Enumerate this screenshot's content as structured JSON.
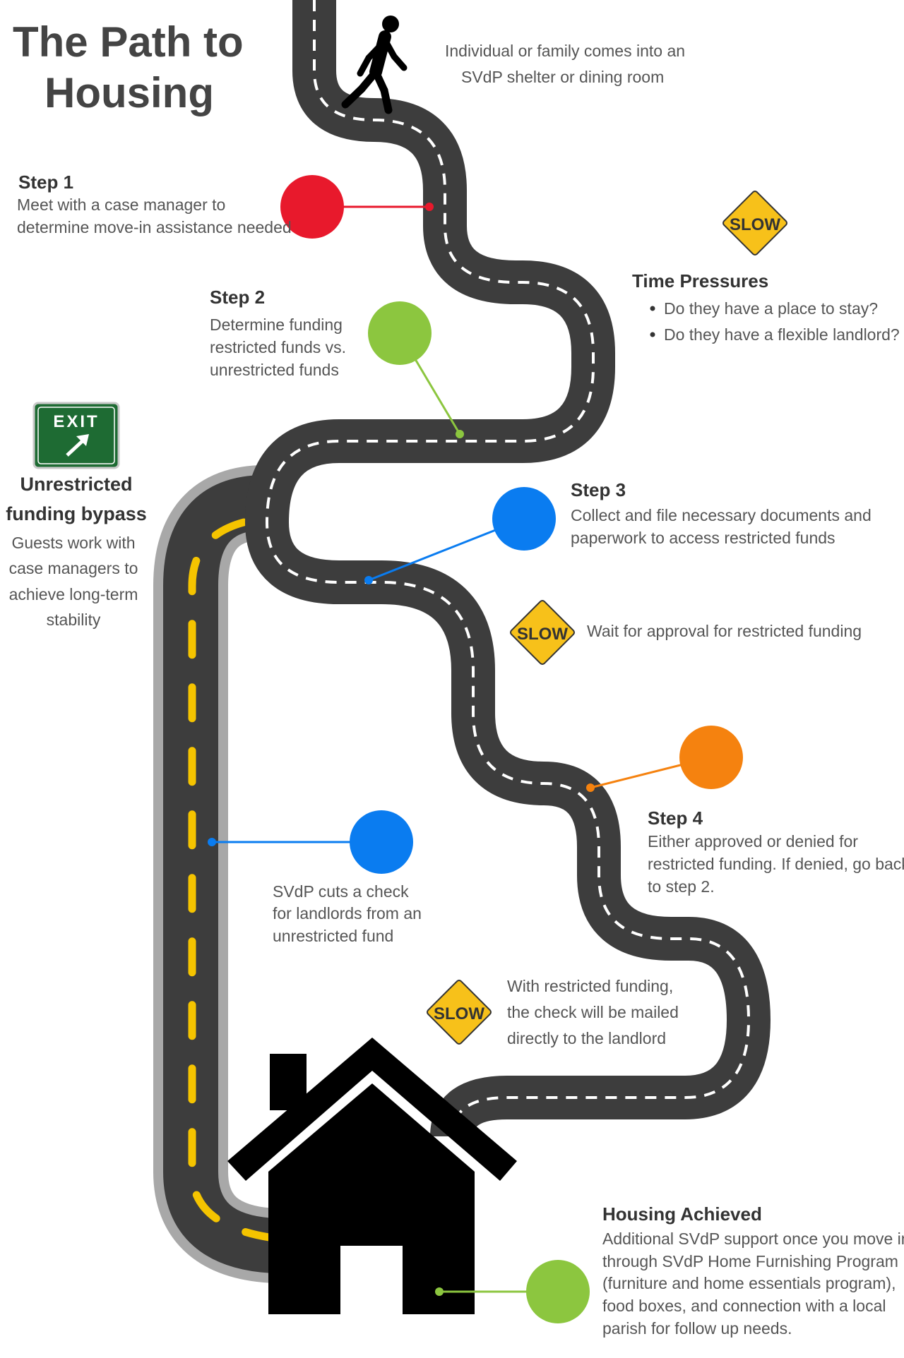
{
  "title": {
    "line1": "The Path to",
    "line2": "Housing"
  },
  "intro": {
    "line1": "Individual or family comes into an",
    "line2": "SVdP shelter or dining room"
  },
  "step1": {
    "heading": "Step 1",
    "line1": "Meet with a case manager to",
    "line2": "determine move-in assistance needed",
    "color": "#e8192c"
  },
  "time_pressures": {
    "heading": "Time Pressures",
    "bullets": [
      "Do they have a place to stay?",
      "Do they have a flexible landlord?"
    ]
  },
  "step2": {
    "heading": "Step 2",
    "line1": "Determine funding",
    "line2": "restricted funds vs.",
    "line3": "unrestricted funds",
    "color": "#8cc63f"
  },
  "exit": {
    "sign_label": "EXIT",
    "heading1": "Unrestricted",
    "heading2": "funding bypass",
    "line1": "Guests work with",
    "line2": "case managers to",
    "line3": "achieve long-term",
    "line4": "stability",
    "color": "#1e6b33"
  },
  "step3": {
    "heading": "Step 3",
    "line1": "Collect and file necessary documents and",
    "line2": "paperwork to access restricted funds",
    "color": "#0a7cf0"
  },
  "slow_signs": {
    "label": "SLOW",
    "color": "#f7c11a"
  },
  "wait_note": "Wait for approval for restricted funding",
  "step4": {
    "heading": "Step 4",
    "line1": "Either approved or denied for",
    "line2": "restricted funding. If denied, go back",
    "line3": "to step 2.",
    "color": "#f5820f"
  },
  "bypass_check": {
    "line1": "SVdP cuts a check",
    "line2": "for landlords from an",
    "line3": "unrestricted fund",
    "color": "#0a7cf0"
  },
  "mailed_note": {
    "line1": "With restricted funding,",
    "line2": "the check will be mailed",
    "line3": "directly to the landlord"
  },
  "housing": {
    "heading": "Housing Achieved",
    "line1": "Additional SVdP support once you move in",
    "line2": "through SVdP Home Furnishing Program",
    "line3": "(furniture and home essentials program),",
    "line4": "food boxes, and connection with a local",
    "line5": "parish for follow up needs.",
    "color": "#8cc63f"
  },
  "icons": [
    "walking-person-icon",
    "exit-sign-icon",
    "slow-sign-icon",
    "house-icon"
  ],
  "road_color": "#3d3d3d"
}
